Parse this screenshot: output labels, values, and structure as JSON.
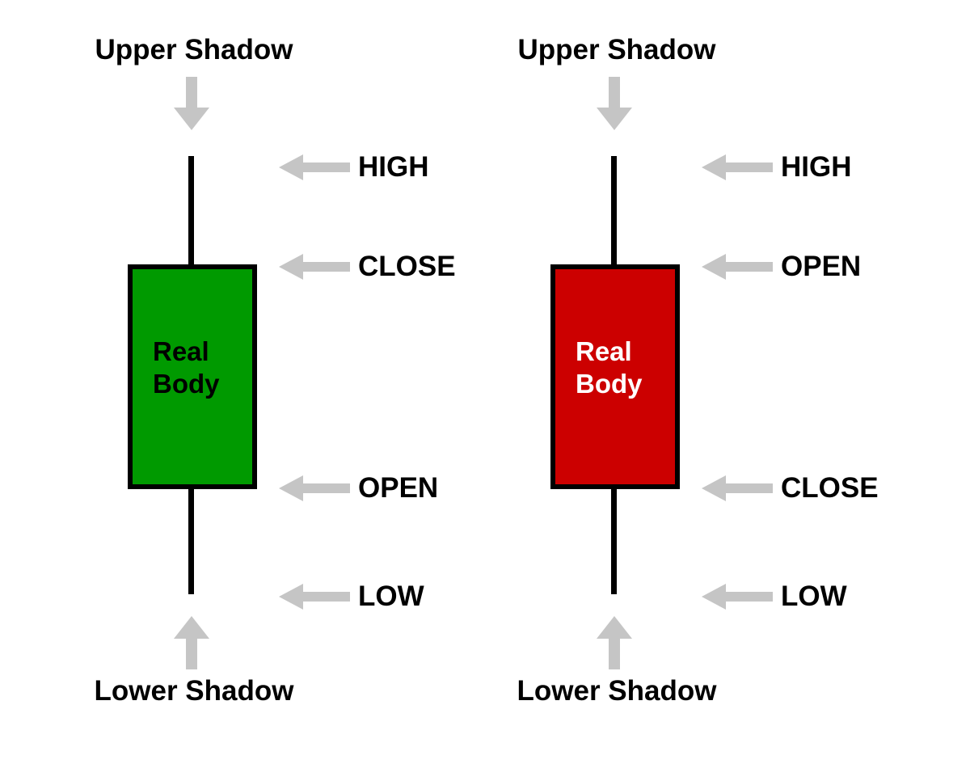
{
  "colors": {
    "background": "#ffffff",
    "outline": "#000000",
    "arrow": "#c5c5c5",
    "label_text": "#000000",
    "bullish_body": "#009a00",
    "bearish_body": "#cc0000",
    "bullish_body_text": "#000000",
    "bearish_body_text": "#ffffff"
  },
  "panels": [
    {
      "id": "bullish-candle",
      "upper_shadow_label": "Upper Shadow",
      "lower_shadow_label": "Lower Shadow",
      "real_body_label": "Real\nBody",
      "body_color": "#009a00",
      "body_text_color": "#000000",
      "price_labels": {
        "high": "HIGH",
        "top": "CLOSE",
        "bottom": "OPEN",
        "low": "LOW"
      }
    },
    {
      "id": "bearish-candle",
      "upper_shadow_label": "Upper Shadow",
      "lower_shadow_label": "Lower Shadow",
      "real_body_label": "Real\nBody",
      "body_color": "#cc0000",
      "body_text_color": "#ffffff",
      "price_labels": {
        "high": "HIGH",
        "top": "OPEN",
        "bottom": "CLOSE",
        "low": "LOW"
      }
    }
  ]
}
